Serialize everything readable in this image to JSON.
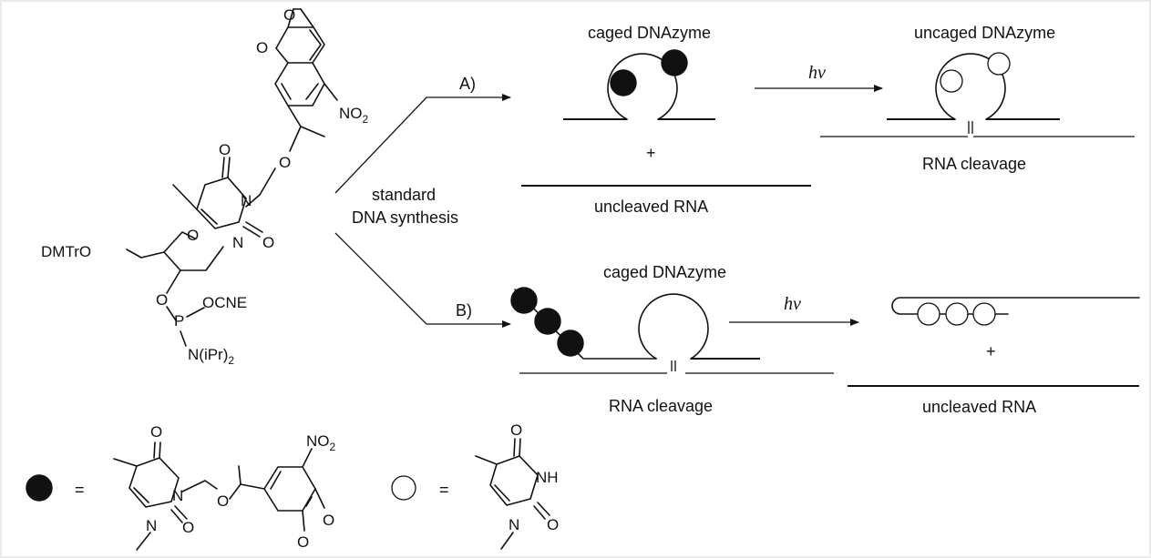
{
  "labels": {
    "route_a": "A)",
    "route_b": "B)",
    "standard": "standard",
    "dna_synthesis": "DNA synthesis",
    "caged_a": "caged DNAzyme",
    "uncaged_a": "uncaged DNAzyme",
    "plus_a": "+",
    "uncleaved_a": "uncleaved RNA",
    "cleavage_a": "RNA cleavage",
    "caged_b": "caged DNAzyme",
    "cleavage_b": "RNA cleavage",
    "plus_b": "+",
    "uncleaved_b": "uncleaved RNA",
    "hv": "hν",
    "equals": "="
  },
  "structure": {
    "nitro": "NO",
    "nitro_sub": "2",
    "dmtro": "DMTrO",
    "o": "O",
    "n": "N",
    "p": "P",
    "ocne": "OCNE",
    "nipr": "N(iPr)",
    "nipr_sub": "2",
    "nh": "NH"
  }
}
